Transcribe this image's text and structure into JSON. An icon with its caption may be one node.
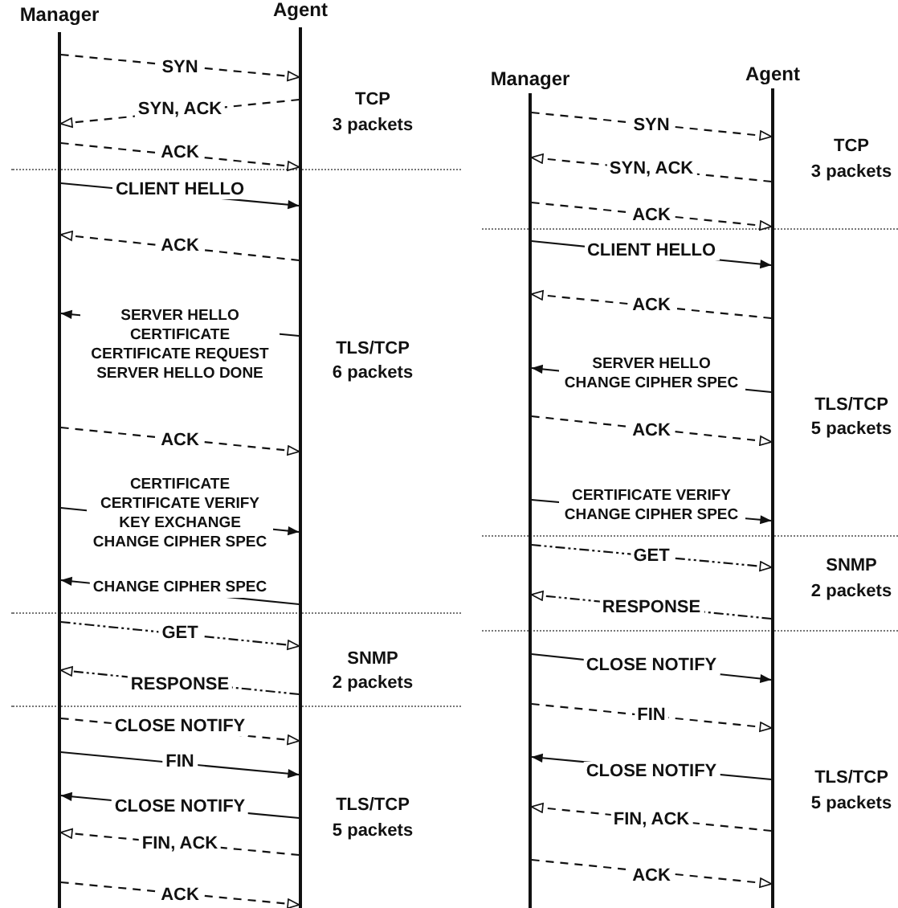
{
  "diagram": {
    "nodes": [
      {
        "text": [
          "Manager"
        ]
      },
      {
        "text": [
          "Agent"
        ]
      },
      {
        "text": [
          "Manager"
        ]
      },
      {
        "text": [
          "Agent"
        ]
      }
    ],
    "edges": [
      {
        "from": 0,
        "to": 1,
        "arrow": "to",
        "label": "SYN",
        "style": "dashed"
      },
      {
        "from": 1,
        "to": 0,
        "arrow": "to",
        "label": "SYN, ACK",
        "style": "dashed"
      },
      {
        "from": 0,
        "to": 1,
        "arrow": "to",
        "label": "ACK",
        "style": "dashed"
      },
      {
        "from": 0,
        "to": 1,
        "arrow": "to",
        "label": "CLIENT HELLO"
      },
      {
        "from": 1,
        "to": 0,
        "arrow": "to",
        "label": "ACK",
        "style": "dashed"
      },
      {
        "from": 1,
        "to": 0,
        "arrow": "to",
        "label": "SERVER HELLO CERTIFICATE CERTIFICATE REQUEST SERVER HELLO DONE"
      },
      {
        "from": 0,
        "to": 1,
        "arrow": "to",
        "label": "ACK",
        "style": "dashed"
      },
      {
        "from": 0,
        "to": 1,
        "arrow": "to",
        "label": "CERTIFICATE CERTIFICATE VERIFY KEY EXCHANGE CHANGE CIPHER SPEC"
      },
      {
        "from": 1,
        "to": 0,
        "arrow": "to",
        "label": "CHANGE CIPHER SPEC"
      },
      {
        "from": 0,
        "to": 1,
        "arrow": "to",
        "label": "GET",
        "style": "dashed"
      },
      {
        "from": 1,
        "to": 0,
        "arrow": "to",
        "label": "RESPONSE",
        "style": "dashed"
      },
      {
        "from": 0,
        "to": 1,
        "arrow": "to",
        "label": "CLOSE NOTIFY",
        "style": "dashed"
      },
      {
        "from": 0,
        "to": 1,
        "arrow": "to",
        "label": "FIN"
      },
      {
        "from": 1,
        "to": 0,
        "arrow": "to",
        "label": "CLOSE NOTIFY"
      },
      {
        "from": 1,
        "to": 0,
        "arrow": "to",
        "label": "FIN, ACK",
        "style": "dashed"
      },
      {
        "from": 0,
        "to": 1,
        "arrow": "to",
        "label": "ACK",
        "style": "dashed"
      },
      {
        "from": 2,
        "to": 3,
        "arrow": "to",
        "label": "SYN",
        "style": "dashed"
      },
      {
        "from": 3,
        "to": 2,
        "arrow": "to",
        "label": "SYN, ACK",
        "style": "dashed"
      },
      {
        "from": 2,
        "to": 3,
        "arrow": "to",
        "label": "ACK",
        "style": "dashed"
      },
      {
        "from": 2,
        "to": 3,
        "arrow": "to",
        "label": "CLIENT HELLO"
      },
      {
        "from": 3,
        "to": 2,
        "arrow": "to",
        "label": "ACK",
        "style": "dashed"
      },
      {
        "from": 3,
        "to": 2,
        "arrow": "to",
        "label": "SERVER HELLO CHANGE CIPHER SPEC"
      },
      {
        "from": 2,
        "to": 3,
        "arrow": "to",
        "label": "ACK",
        "style": "dashed"
      },
      {
        "from": 2,
        "to": 3,
        "arrow": "to",
        "label": "CERTIFICATE VERIFY CHANGE CIPHER SPEC"
      },
      {
        "from": 2,
        "to": 3,
        "arrow": "to",
        "label": "GET",
        "style": "dashed"
      },
      {
        "from": 3,
        "to": 2,
        "arrow": "to",
        "label": "RESPONSE",
        "style": "dashed"
      },
      {
        "from": 2,
        "to": 3,
        "arrow": "to",
        "label": "CLOSE NOTIFY"
      },
      {
        "from": 2,
        "to": 3,
        "arrow": "to",
        "label": "FIN",
        "style": "dashed"
      },
      {
        "from": 3,
        "to": 2,
        "arrow": "to",
        "label": "CLOSE NOTIFY"
      },
      {
        "from": 3,
        "to": 2,
        "arrow": "to",
        "label": "FIN, ACK",
        "style": "dashed"
      },
      {
        "from": 2,
        "to": 3,
        "arrow": "to",
        "label": "ACK",
        "style": "dashed"
      }
    ],
    "labels": [
      "TCP",
      "3 packets",
      "TLS/TCP",
      "6 packets",
      "SNMP",
      "2 packets",
      "TLS/TCP",
      "5 packets",
      "TCP",
      "3 packets",
      "TLS/TCP",
      "5 packets",
      "SNMP",
      "2 packets",
      "TLS/TCP",
      "5 packets"
    ]
  }
}
